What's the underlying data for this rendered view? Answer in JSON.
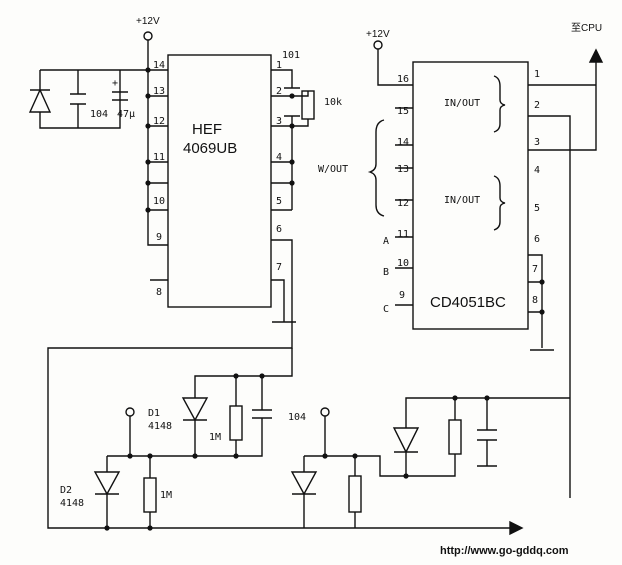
{
  "power": {
    "vcc_left": "+12V",
    "vcc_right": "+12V",
    "to_cpu": "至CPU"
  },
  "ic1": {
    "line1": "HEF",
    "line2": "4069UB",
    "pins": [
      "1",
      "2",
      "3",
      "4",
      "5",
      "6",
      "7",
      "8",
      "9",
      "10",
      "11",
      "12",
      "13",
      "14"
    ]
  },
  "ic2": {
    "name": "CD4051BC",
    "in_out_top": "IN/OUT",
    "in_out_bottom": "IN/OUT",
    "w_out": "W/OUT",
    "sel_a": "A",
    "sel_b": "B",
    "sel_c": "C",
    "pins": [
      "1",
      "2",
      "3",
      "4",
      "5",
      "6",
      "7",
      "8",
      "9",
      "10",
      "11",
      "12",
      "13",
      "14",
      "15",
      "16"
    ]
  },
  "components": {
    "cap_104_left": "104",
    "cap_47u": "47μ",
    "cap_plus": "+",
    "cap_101": "101",
    "res_10k": "10k",
    "d1_name": "D1",
    "d1_part": "4148",
    "d2_name": "D2",
    "d2_part": "4148",
    "res_1m_a": "1M",
    "res_1m_b": "1M",
    "cap_104_mid": "104"
  },
  "footer": {
    "url": "http://www.go-gddq.com"
  }
}
